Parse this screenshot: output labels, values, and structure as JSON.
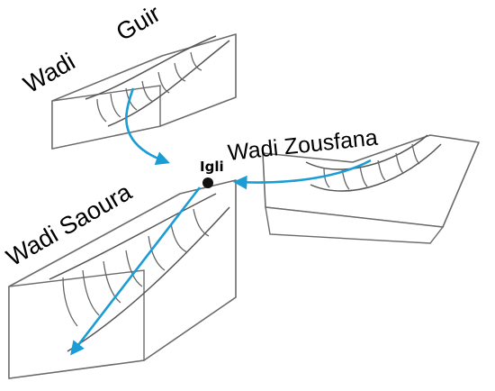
{
  "labels": {
    "wadi_guir_1": "Wadi",
    "wadi_guir_2": "Guir",
    "wadi_zousfana": "Wadi Zousfana",
    "wadi_saoura": "Wadi Saoura",
    "confluence": "Igli"
  },
  "colors": {
    "river": "#1a9cd4",
    "outline": "#6b6b6b",
    "node": "#111111"
  }
}
